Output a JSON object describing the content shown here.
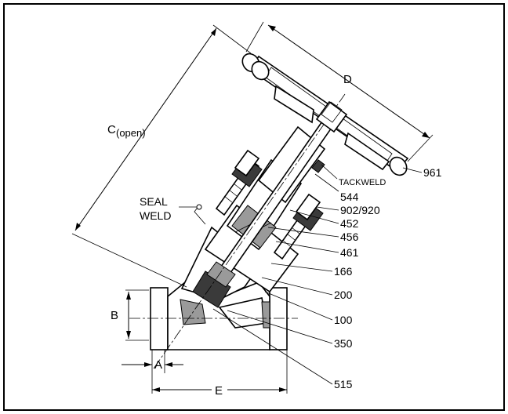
{
  "dimensions": {
    "c_open_main": "C",
    "c_open_sub": "(open)",
    "d": "D",
    "b": "B",
    "a": "A",
    "e": "E"
  },
  "notes": {
    "seal_weld_line1": "SEAL",
    "seal_weld_line2": "WELD",
    "tackweld": "TACKWELD"
  },
  "part_callouts": [
    "961",
    "544",
    "902/920",
    "452",
    "456",
    "461",
    "166",
    "200",
    "100",
    "350",
    "515"
  ]
}
